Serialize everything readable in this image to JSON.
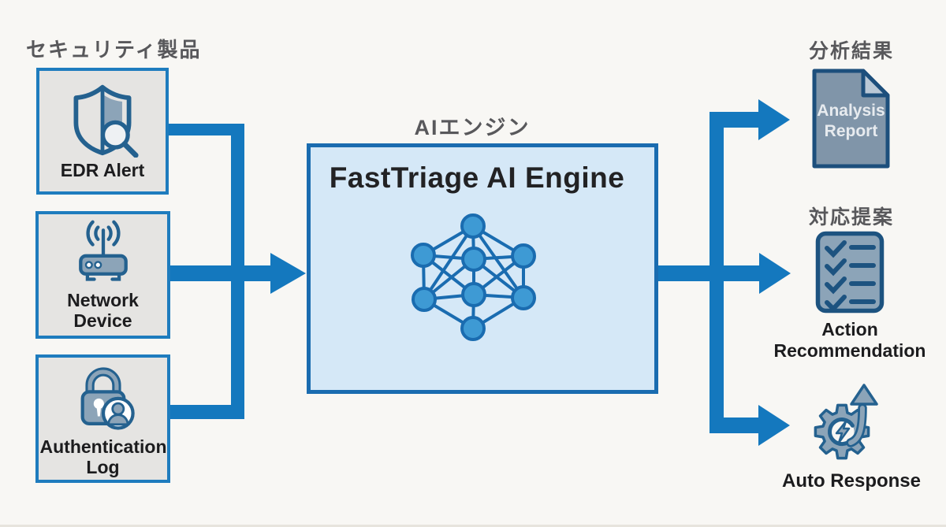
{
  "colors": {
    "background": "#F8F7F4",
    "arrow_blue": "#1478BE",
    "source_box_border": "#1E7CBE",
    "source_box_fill": "#E5E4E2",
    "engine_fill": "#D5E8F7",
    "engine_border": "#1A6CB0",
    "node_fill": "#3E9AD4",
    "icon_steel_fill": "#8CA4B8",
    "icon_dark_stroke": "#24618F",
    "doc_fill": "#8095A9",
    "doc_fold": "#B9C8D6",
    "heading_text": "#58585B",
    "label_text": "#1C1C1E",
    "doc_label_text": "#E7EBEF"
  },
  "headings": {
    "security_products": "セキュリティ製品",
    "ai_engine": "AIエンジン",
    "analysis_result": "分析結果",
    "response_proposal": "対応提案"
  },
  "sources": [
    {
      "label": "EDR Alert",
      "icon": "shield-search-icon"
    },
    {
      "label": "Network Device",
      "icon": "wireless-router-icon"
    },
    {
      "label": "Authentication Log",
      "icon": "lock-user-icon"
    }
  ],
  "engine": {
    "title": "FastTriage AI Engine",
    "icon": "neural-network-icon"
  },
  "outputs": [
    {
      "label": "Analysis Report",
      "icon": "document-icon"
    },
    {
      "label": "Action Recommendation",
      "icon": "checklist-icon"
    },
    {
      "label": "Auto Response",
      "icon": "gear-bolt-arrow-icon"
    }
  ]
}
